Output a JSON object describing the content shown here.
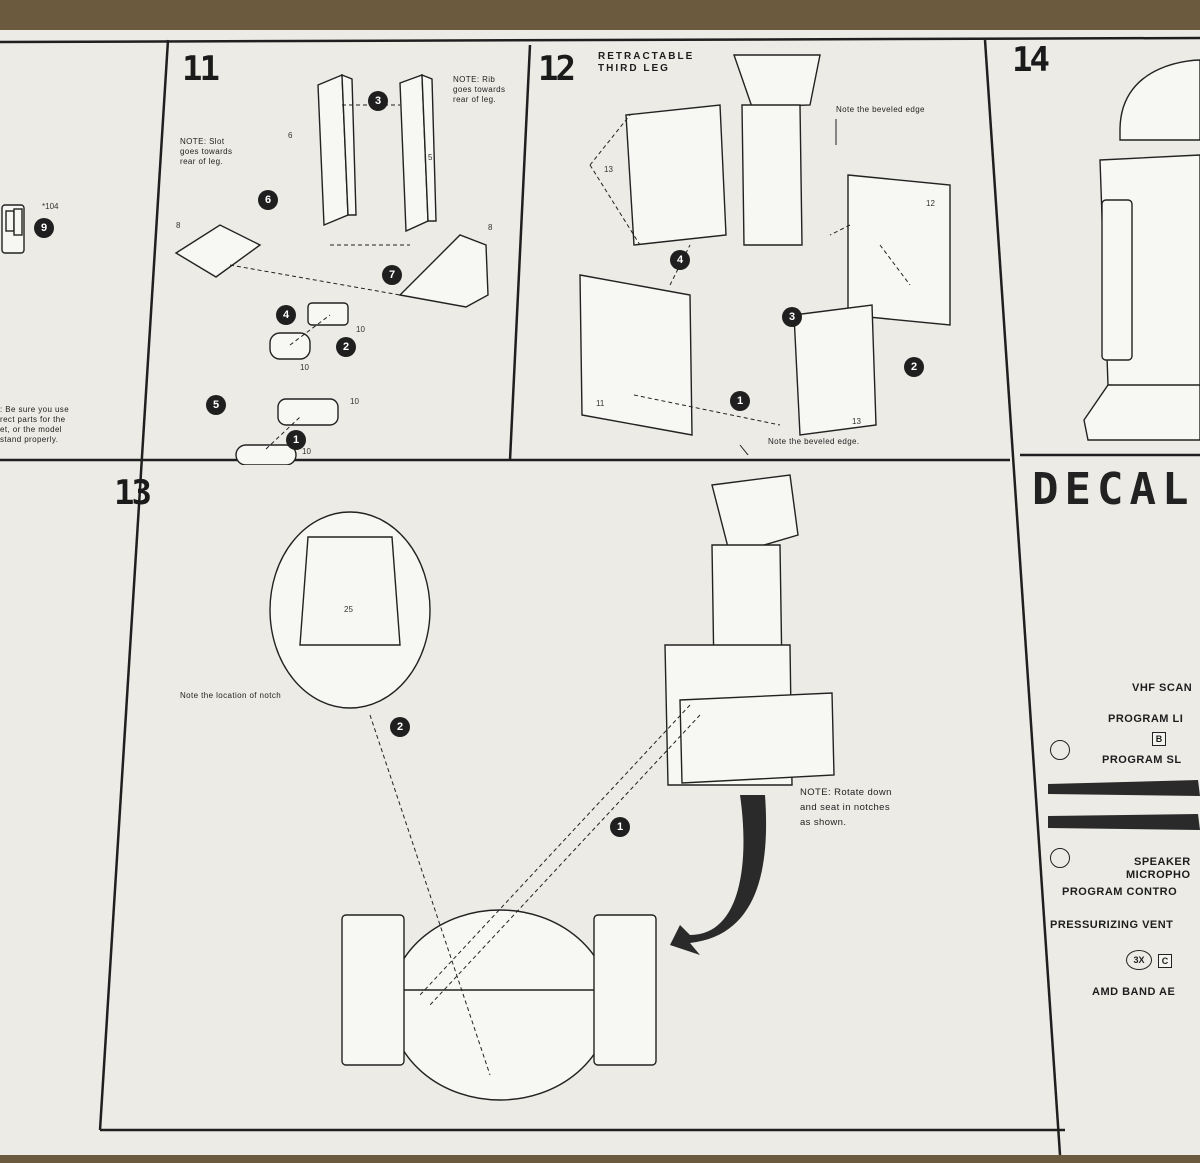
{
  "left_panel": {
    "part_label": "*104",
    "bubble": "9",
    "note_lines": [
      ": Be sure you use",
      "rect parts for the",
      "et, or the model",
      "stand properly."
    ]
  },
  "step11": {
    "number": "11",
    "note_rib": [
      "NOTE: Rib",
      "goes towards",
      "rear of leg."
    ],
    "note_slot": [
      "NOTE: Slot",
      "goes towards",
      "rear of leg."
    ],
    "bubbles": [
      "3",
      "6",
      "7",
      "4",
      "2",
      "5",
      "1"
    ],
    "part_numbers": [
      "6",
      "5",
      "8",
      "8",
      "10",
      "10",
      "10",
      "10"
    ]
  },
  "step12": {
    "number": "12",
    "heading_lines": [
      "RETRACTABLE",
      "THIRD LEG"
    ],
    "note_top": "Note the beveled edge",
    "note_bottom": "Note the beveled edge.",
    "bubbles": [
      "4",
      "3",
      "2",
      "1"
    ],
    "part_numbers": [
      "13",
      "12",
      "11",
      "13"
    ]
  },
  "step13": {
    "number": "13",
    "part_number": "25",
    "note_notch": "Note the location of notch",
    "note_rotate": [
      "NOTE: Rotate down",
      "and seat in notches",
      "as shown."
    ],
    "bubbles": [
      "2",
      "1"
    ]
  },
  "step14": {
    "number": "14"
  },
  "decals": {
    "title": "DECAL",
    "labels": [
      "VHF SCAN",
      "PROGRAM LI",
      "PROGRAM SL",
      "SPEAKER",
      "MICROPHO",
      "PROGRAM CONTRO",
      "PRESSURIZING VENT",
      "AMD BAND AE"
    ],
    "box_letters": [
      "B",
      "C"
    ],
    "count_tag": "3X"
  }
}
